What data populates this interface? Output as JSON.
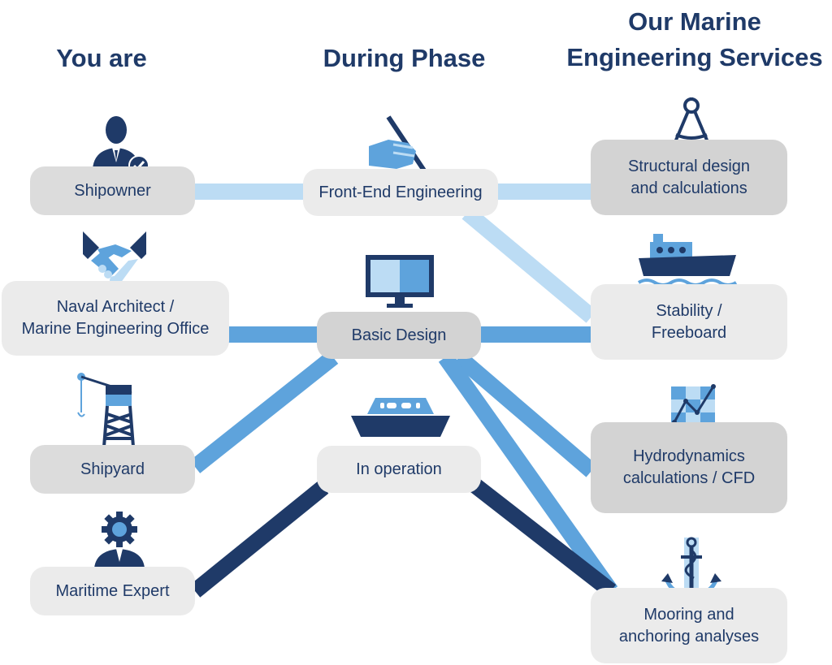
{
  "headings": {
    "you_are": "You are",
    "during_phase": "During Phase",
    "services_line1": "Our Marine",
    "services_line2": "Engineering Services"
  },
  "roles": [
    {
      "label": "Shipowner",
      "icon": "businessman-check-icon"
    },
    {
      "label_line1": "Naval Architect /",
      "label_line2": "Marine Engineering Office",
      "icon": "handshake-icon"
    },
    {
      "label": "Shipyard",
      "icon": "shipyard-crane-icon"
    },
    {
      "label": "Maritime Expert",
      "icon": "expert-gear-icon"
    }
  ],
  "phases": [
    {
      "label": "Front-End Engineering",
      "icon": "hand-pen-icon"
    },
    {
      "label": "Basic Design",
      "icon": "monitor-icon"
    },
    {
      "label": "In operation",
      "icon": "ship-icon"
    }
  ],
  "services": [
    {
      "line1": "Structural design",
      "line2": "and calculations",
      "icon": "compass-icon"
    },
    {
      "line1": "Stability /",
      "line2": "Freeboard",
      "icon": "ship-on-waves-icon"
    },
    {
      "line1": "Hydrodynamics",
      "line2": "calculations / CFD",
      "icon": "chart-grid-icon"
    },
    {
      "line1": "Mooring and",
      "line2": "anchoring analyses",
      "icon": "anchor-icon"
    }
  ],
  "colors": {
    "navy": "#1f3a68",
    "mid_blue": "#5ea3dc",
    "light_blue": "#bcdcf4",
    "box_light": "#ebebeb",
    "box_mid": "#dcdcdc",
    "box_dark": "#d3d3d3"
  }
}
